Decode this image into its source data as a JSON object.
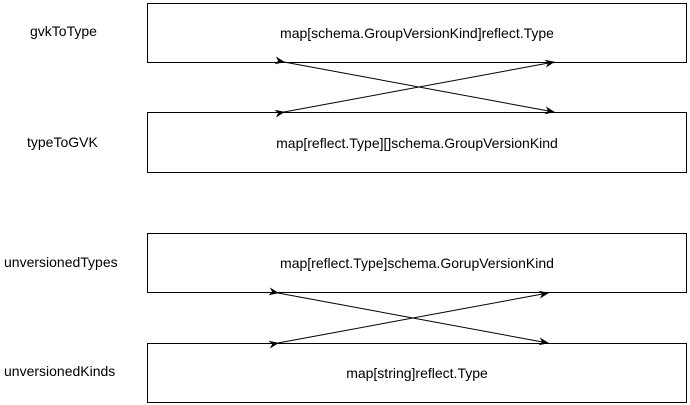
{
  "groups": [
    {
      "top_label": "gvkToType",
      "top_box": "map[schema.GroupVersionKind]reflect.Type",
      "bottom_label": "typeToGVK",
      "bottom_box": "map[reflect.Type][]schema.GroupVersionKind"
    },
    {
      "top_label": "unversionedTypes",
      "top_box": "map[reflect.Type]schema.GorupVersionKind",
      "bottom_label": "unversionedKinds",
      "bottom_box": "map[string]reflect.Type"
    }
  ],
  "colors": {
    "stroke": "#000000",
    "background": "#ffffff"
  }
}
